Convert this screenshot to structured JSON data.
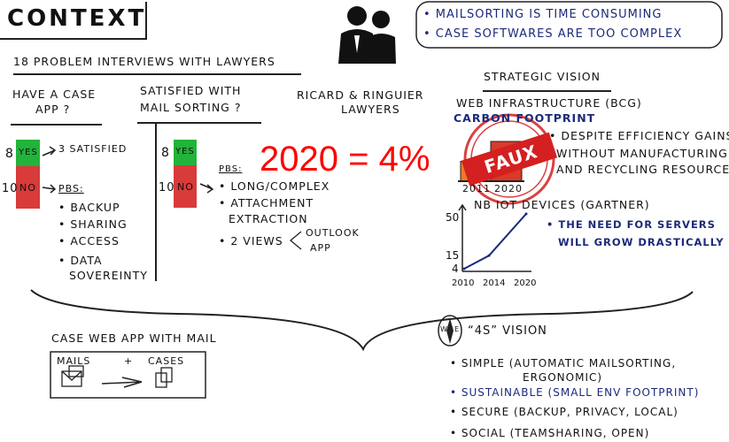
{
  "title": "CONTEXT",
  "problems": [
    "• MAILSORTING IS TIME CONSUMING",
    "• CASE SOFTWARES ARE TOO COMPLEX"
  ],
  "interviews": {
    "heading": "18 PROBLEM INTERVIEWS WITH LAWYERS",
    "q1": {
      "line1": "HAVE A CASE",
      "line2": "APP ?",
      "yes_count": "8",
      "no_count": "10",
      "yes": "YES",
      "no": "NO",
      "yes_result": "3 SATISFIED",
      "pbs": "PBS:",
      "items": [
        "• BACKUP",
        "• SHARING",
        "• ACCESS",
        "• DATA",
        "SOVEREINTY"
      ]
    },
    "q2": {
      "line1": "SATISFIED WITH",
      "line2": "MAIL SORTING ?",
      "yes_count": "8",
      "no_count": "10",
      "yes": "YES",
      "no": "NO",
      "pbs": "PBS:",
      "items": [
        "• LONG/COMPLEX",
        "• ATTACHMENT",
        "EXTRACTION",
        "• 2 VIEWS"
      ],
      "views": [
        "OUTLOOK",
        "APP"
      ]
    }
  },
  "firm": {
    "line1": "RICARD & RINGUIER",
    "line2": "LAWYERS"
  },
  "overlay_text": "2020 = 4%",
  "strategic": {
    "heading": "STRATEGIC VISION",
    "web": "WEB INFRASTRUCTURE (BCG)",
    "carbon": "CARBON FOOTPRINT",
    "bar_labels": [
      "2011",
      "2020"
    ],
    "stamp": "FAUX",
    "notes": [
      "• DESPITE EFFICIENCY GAINS",
      "WITHOUT MANUFACTURING",
      "AND RECYCLING RESOURCES"
    ],
    "iot": "NB IOT DEVICES (GARTNER)",
    "servers": [
      "• THE NEED FOR SERVERS",
      "WILL GROW DRASTICALLY"
    ]
  },
  "chart_data": [
    {
      "type": "bar",
      "title": "CARBON FOOTPRINT",
      "categories": [
        "2011",
        "2020"
      ],
      "values": [
        2,
        4
      ],
      "colors": [
        "#f07a22",
        "#d93a2a"
      ]
    },
    {
      "type": "line",
      "title": "NB IOT DEVICES (GARTNER)",
      "x": [
        2010,
        2014,
        2020
      ],
      "y": [
        4,
        15,
        50
      ],
      "x_tick_labels": [
        "2010",
        "2014",
        "2020"
      ],
      "y_tick_labels": [
        "4",
        "15",
        "50"
      ],
      "color": "#1c2a7a"
    }
  ],
  "solution": {
    "heading": "CASE WEB APP WITH MAIL",
    "mails": "MAILS",
    "plus": "+",
    "cases": "CASES"
  },
  "vision": {
    "heading": "“4S” VISION",
    "compass": [
      "W",
      "E"
    ],
    "items": [
      "• SIMPLE (AUTOMATIC MAILSORTING,",
      "ERGONOMIC)",
      "• SUSTAINABLE (SMALL ENV FOOTPRINT)",
      "• SECURE (BACKUP, PRIVACY, LOCAL)",
      "• SOCIAL (TEAMSHARING, OPEN)"
    ]
  },
  "colors": {
    "green": "#22b33a",
    "red": "#d93a3a",
    "blue": "#1c2a7a",
    "stamp": "#d42020"
  }
}
